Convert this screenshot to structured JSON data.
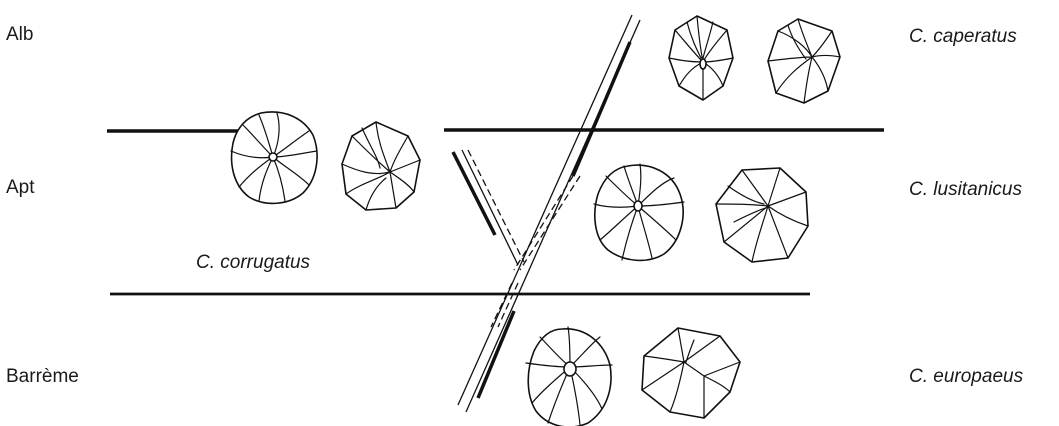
{
  "stages": {
    "alb": "Alb",
    "apt": "Apt",
    "barreme": "Barrème"
  },
  "species": {
    "caperatus": "C. caperatus",
    "lusitanicus": "C. lusitanicus",
    "corrugatus": "C. corrugatus",
    "europaeus": "C. europaeus"
  }
}
